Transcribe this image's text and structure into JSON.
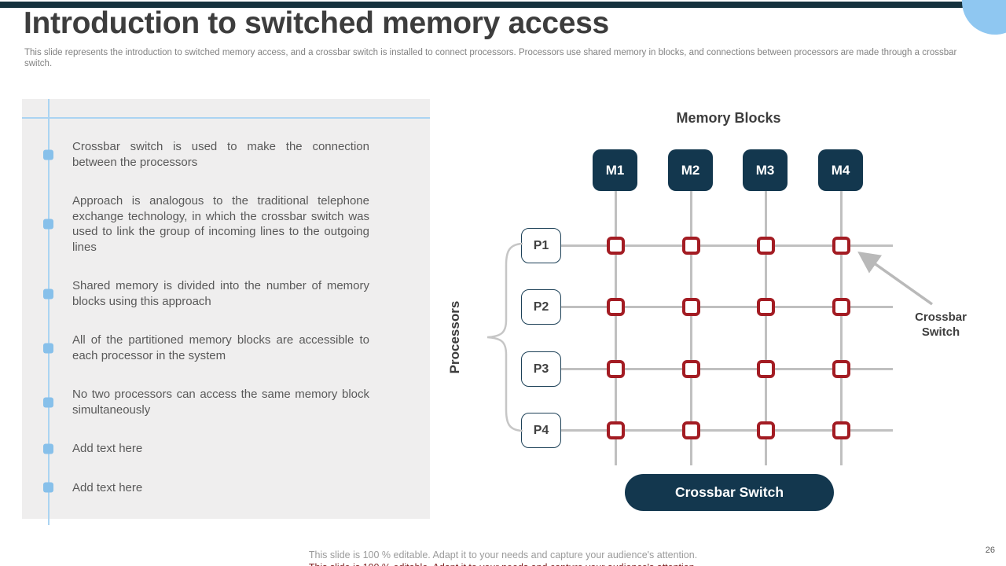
{
  "slide": {
    "title": "Introduction to switched memory access",
    "subtitle": "This slide represents the introduction to switched memory access, and a crossbar switch is installed to connect processors. Processors use shared memory in blocks, and connections between processors are made through a crossbar switch.",
    "footer": "This slide is 100 % editable. Adapt it to your needs and capture your audience's attention.",
    "page_number": "26"
  },
  "bullet_panel": {
    "items": [
      {
        "text": "Crossbar switch is used to make the connection between the processors"
      },
      {
        "text": "Approach is analogous to the traditional telephone exchange technology, in which the crossbar switch was used to link the group of incoming lines to the outgoing lines"
      },
      {
        "text": "Shared memory is divided into the number of memory blocks using this approach"
      },
      {
        "text": "All of the partitioned memory blocks are accessible to each processor in the system"
      },
      {
        "text": "No two processors can access the same memory block simultaneously"
      },
      {
        "text": "Add text here"
      },
      {
        "text": "Add text here"
      }
    ]
  },
  "diagram": {
    "memory_blocks_label": "Memory Blocks",
    "processors_label": "Processors",
    "memory_blocks": [
      "M1",
      "M2",
      "M3",
      "M4"
    ],
    "processors": [
      "P1",
      "P2",
      "P3",
      "P4"
    ],
    "switch_annotation": "Crossbar Switch",
    "button_label": "Crossbar Switch"
  },
  "colors": {
    "navy": "#13374E",
    "topbar_navy": "#16323E",
    "node_red": "#A31C23",
    "corner_circle_blue": "#8FC7F1",
    "bullet_blue": "#87C0EA",
    "rail_blue": "#ABD4F2",
    "grid_gray": "#C0C0C0",
    "panel_bg": "#EFEEEE",
    "clipped_footer_red": "#7C1D1D"
  }
}
